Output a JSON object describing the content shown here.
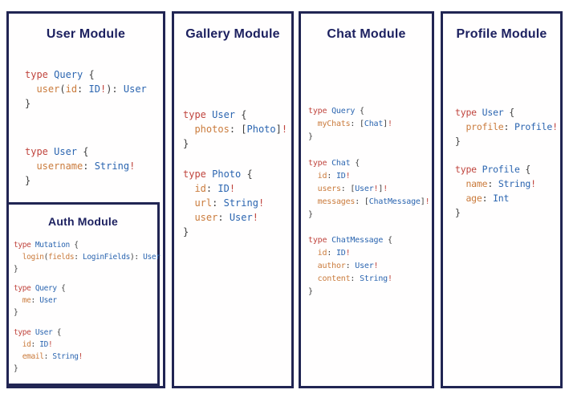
{
  "colors": {
    "border": "#212553",
    "title": "#1d2160",
    "keyword": "#c0453e",
    "type_name": "#2b65b0",
    "field_name": "#ca7b3c",
    "punctuation": "#3d3d3d",
    "bang": "#c0453e"
  },
  "panels": [
    {
      "title": "User Module",
      "blocks": [
        {
          "lines": [
            [
              [
                "kw",
                "type "
              ],
              [
                "typ",
                "Query "
              ],
              [
                "pun",
                "{"
              ]
            ],
            [
              [
                "pun",
                "  "
              ],
              [
                "fld",
                "user"
              ],
              [
                "pun",
                "("
              ],
              [
                "fld",
                "id"
              ],
              [
                "pun",
                ": "
              ],
              [
                "typ",
                "ID"
              ],
              [
                "bang",
                "!"
              ],
              [
                "pun",
                "): "
              ],
              [
                "typ",
                "User"
              ]
            ],
            [
              [
                "pun",
                "}"
              ]
            ]
          ]
        },
        {
          "lines": [
            [
              [
                "kw",
                "type "
              ],
              [
                "typ",
                "User "
              ],
              [
                "pun",
                "{"
              ]
            ],
            [
              [
                "pun",
                "  "
              ],
              [
                "fld",
                "username"
              ],
              [
                "pun",
                ": "
              ],
              [
                "typ",
                "String"
              ],
              [
                "bang",
                "!"
              ]
            ],
            [
              [
                "pun",
                "}"
              ]
            ]
          ]
        }
      ],
      "sub_panel": {
        "title": "Auth Module",
        "blocks": [
          {
            "lines": [
              [
                [
                  "kw",
                  "type "
                ],
                [
                  "typ",
                  "Mutation "
                ],
                [
                  "pun",
                  "{"
                ]
              ],
              [
                [
                  "pun",
                  "  "
                ],
                [
                  "fld",
                  "login"
                ],
                [
                  "pun",
                  "("
                ],
                [
                  "fld",
                  "fields"
                ],
                [
                  "pun",
                  ": "
                ],
                [
                  "typ",
                  "LoginFields"
                ],
                [
                  "pun",
                  "): "
                ],
                [
                  "typ",
                  "User"
                ]
              ],
              [
                [
                  "pun",
                  "}"
                ]
              ]
            ]
          },
          {
            "lines": [
              [
                [
                  "kw",
                  "type "
                ],
                [
                  "typ",
                  "Query "
                ],
                [
                  "pun",
                  "{"
                ]
              ],
              [
                [
                  "pun",
                  "  "
                ],
                [
                  "fld",
                  "me"
                ],
                [
                  "pun",
                  ": "
                ],
                [
                  "typ",
                  "User"
                ]
              ],
              [
                [
                  "pun",
                  "}"
                ]
              ]
            ]
          },
          {
            "lines": [
              [
                [
                  "kw",
                  "type "
                ],
                [
                  "typ",
                  "User "
                ],
                [
                  "pun",
                  "{"
                ]
              ],
              [
                [
                  "pun",
                  "  "
                ],
                [
                  "fld",
                  "id"
                ],
                [
                  "pun",
                  ": "
                ],
                [
                  "typ",
                  "ID"
                ],
                [
                  "bang",
                  "!"
                ]
              ],
              [
                [
                  "pun",
                  "  "
                ],
                [
                  "fld",
                  "email"
                ],
                [
                  "pun",
                  ": "
                ],
                [
                  "typ",
                  "String"
                ],
                [
                  "bang",
                  "!"
                ]
              ],
              [
                [
                  "pun",
                  "}"
                ]
              ]
            ]
          }
        ]
      }
    },
    {
      "title": "Gallery Module",
      "blocks": [
        {
          "lines": [
            [
              [
                "kw",
                "type "
              ],
              [
                "typ",
                "User "
              ],
              [
                "pun",
                "{"
              ]
            ],
            [
              [
                "pun",
                "  "
              ],
              [
                "fld",
                "photos"
              ],
              [
                "pun",
                ": ["
              ],
              [
                "typ",
                "Photo"
              ],
              [
                "pun",
                "]"
              ],
              [
                "bang",
                "!"
              ]
            ],
            [
              [
                "pun",
                "}"
              ]
            ]
          ]
        },
        {
          "lines": [
            [
              [
                "kw",
                "type "
              ],
              [
                "typ",
                "Photo "
              ],
              [
                "pun",
                "{"
              ]
            ],
            [
              [
                "pun",
                "  "
              ],
              [
                "fld",
                "id"
              ],
              [
                "pun",
                ": "
              ],
              [
                "typ",
                "ID"
              ],
              [
                "bang",
                "!"
              ]
            ],
            [
              [
                "pun",
                "  "
              ],
              [
                "fld",
                "url"
              ],
              [
                "pun",
                ": "
              ],
              [
                "typ",
                "String"
              ],
              [
                "bang",
                "!"
              ]
            ],
            [
              [
                "pun",
                "  "
              ],
              [
                "fld",
                "user"
              ],
              [
                "pun",
                ": "
              ],
              [
                "typ",
                "User"
              ],
              [
                "bang",
                "!"
              ]
            ],
            [
              [
                "pun",
                "}"
              ]
            ]
          ]
        }
      ]
    },
    {
      "title": "Chat Module",
      "blocks": [
        {
          "lines": [
            [
              [
                "kw",
                "type "
              ],
              [
                "typ",
                "Query "
              ],
              [
                "pun",
                "{"
              ]
            ],
            [
              [
                "pun",
                "  "
              ],
              [
                "fld",
                "myChats"
              ],
              [
                "pun",
                ": ["
              ],
              [
                "typ",
                "Chat"
              ],
              [
                "pun",
                "]"
              ],
              [
                "bang",
                "!"
              ]
            ],
            [
              [
                "pun",
                "}"
              ]
            ]
          ]
        },
        {
          "lines": [
            [
              [
                "kw",
                "type "
              ],
              [
                "typ",
                "Chat "
              ],
              [
                "pun",
                "{"
              ]
            ],
            [
              [
                "pun",
                "  "
              ],
              [
                "fld",
                "id"
              ],
              [
                "pun",
                ": "
              ],
              [
                "typ",
                "ID"
              ],
              [
                "bang",
                "!"
              ]
            ],
            [
              [
                "pun",
                "  "
              ],
              [
                "fld",
                "users"
              ],
              [
                "pun",
                ": ["
              ],
              [
                "typ",
                "User"
              ],
              [
                "bang",
                "!"
              ],
              [
                "pun",
                "]"
              ],
              [
                "bang",
                "!"
              ]
            ],
            [
              [
                "pun",
                "  "
              ],
              [
                "fld",
                "messages"
              ],
              [
                "pun",
                ": ["
              ],
              [
                "typ",
                "ChatMessage"
              ],
              [
                "pun",
                "]"
              ],
              [
                "bang",
                "!"
              ]
            ],
            [
              [
                "pun",
                "}"
              ]
            ]
          ]
        },
        {
          "lines": [
            [
              [
                "kw",
                "type "
              ],
              [
                "typ",
                "ChatMessage "
              ],
              [
                "pun",
                "{"
              ]
            ],
            [
              [
                "pun",
                "  "
              ],
              [
                "fld",
                "id"
              ],
              [
                "pun",
                ": "
              ],
              [
                "typ",
                "ID"
              ],
              [
                "bang",
                "!"
              ]
            ],
            [
              [
                "pun",
                "  "
              ],
              [
                "fld",
                "author"
              ],
              [
                "pun",
                ": "
              ],
              [
                "typ",
                "User"
              ],
              [
                "bang",
                "!"
              ]
            ],
            [
              [
                "pun",
                "  "
              ],
              [
                "fld",
                "content"
              ],
              [
                "pun",
                ": "
              ],
              [
                "typ",
                "String"
              ],
              [
                "bang",
                "!"
              ]
            ],
            [
              [
                "pun",
                "}"
              ]
            ]
          ]
        }
      ]
    },
    {
      "title": "Profile Module",
      "blocks": [
        {
          "lines": [
            [
              [
                "kw",
                "type "
              ],
              [
                "typ",
                "User "
              ],
              [
                "pun",
                "{"
              ]
            ],
            [
              [
                "pun",
                "  "
              ],
              [
                "fld",
                "profile"
              ],
              [
                "pun",
                ": "
              ],
              [
                "typ",
                "Profile"
              ],
              [
                "bang",
                "!"
              ]
            ],
            [
              [
                "pun",
                "}"
              ]
            ]
          ]
        },
        {
          "lines": [
            [
              [
                "kw",
                "type "
              ],
              [
                "typ",
                "Profile "
              ],
              [
                "pun",
                "{"
              ]
            ],
            [
              [
                "pun",
                "  "
              ],
              [
                "fld",
                "name"
              ],
              [
                "pun",
                ": "
              ],
              [
                "typ",
                "String"
              ],
              [
                "bang",
                "!"
              ]
            ],
            [
              [
                "pun",
                "  "
              ],
              [
                "fld",
                "age"
              ],
              [
                "pun",
                ": "
              ],
              [
                "typ",
                "Int"
              ]
            ],
            [
              [
                "pun",
                "}"
              ]
            ]
          ]
        }
      ]
    }
  ]
}
